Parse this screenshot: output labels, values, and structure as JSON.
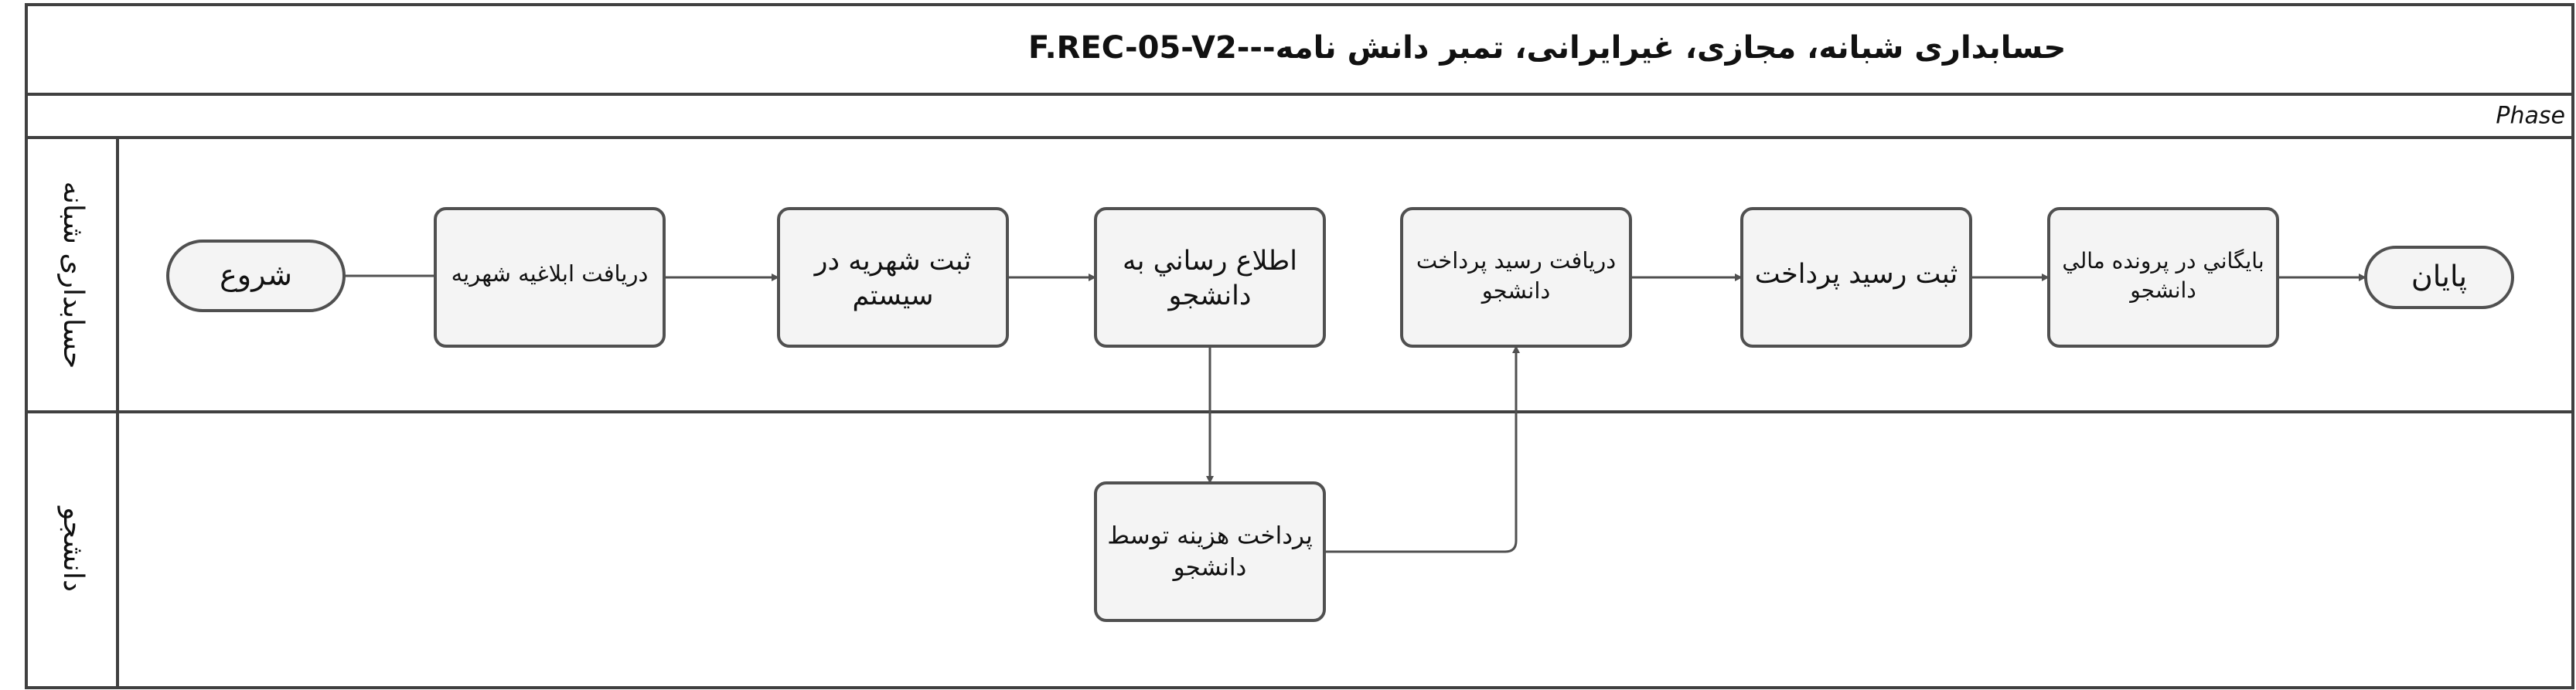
{
  "title": "حسابداری شبانه، مجازی، غیرایرانی، تمبر دانش نامه---F.REC-05-V2",
  "phase_label": "Phase",
  "lanes": [
    {
      "id": "lane1",
      "label": "حسابداری شبانه"
    },
    {
      "id": "lane2",
      "label": "دانشجو"
    }
  ],
  "nodes": {
    "start": {
      "lines": [
        "شروع"
      ]
    },
    "n1": {
      "lines": [
        "دریافت ابلاغیه شهریه"
      ]
    },
    "n2": {
      "lines": [
        "ثبت شهریه در",
        "سیستم"
      ]
    },
    "n3": {
      "lines": [
        "اطلاع رساني به",
        "دانشجو"
      ]
    },
    "n4": {
      "lines": [
        "دريافت رسيد پرداخت",
        "دانشجو"
      ]
    },
    "n5": {
      "lines": [
        "ثبت رسيد پرداخت"
      ]
    },
    "n6": {
      "lines": [
        "بايگاني در پرونده مالي",
        "دانشجو"
      ]
    },
    "end": {
      "lines": [
        "پايان"
      ]
    },
    "n7": {
      "lines": [
        "پرداخت هزينه توسط",
        "دانشجو"
      ]
    }
  },
  "edges": [
    [
      "start",
      "n1"
    ],
    [
      "n1",
      "n2"
    ],
    [
      "n2",
      "n3"
    ],
    [
      "n3",
      "n7"
    ],
    [
      "n7",
      "n4"
    ],
    [
      "n4",
      "n5"
    ],
    [
      "n5",
      "n6"
    ],
    [
      "n6",
      "end"
    ]
  ]
}
